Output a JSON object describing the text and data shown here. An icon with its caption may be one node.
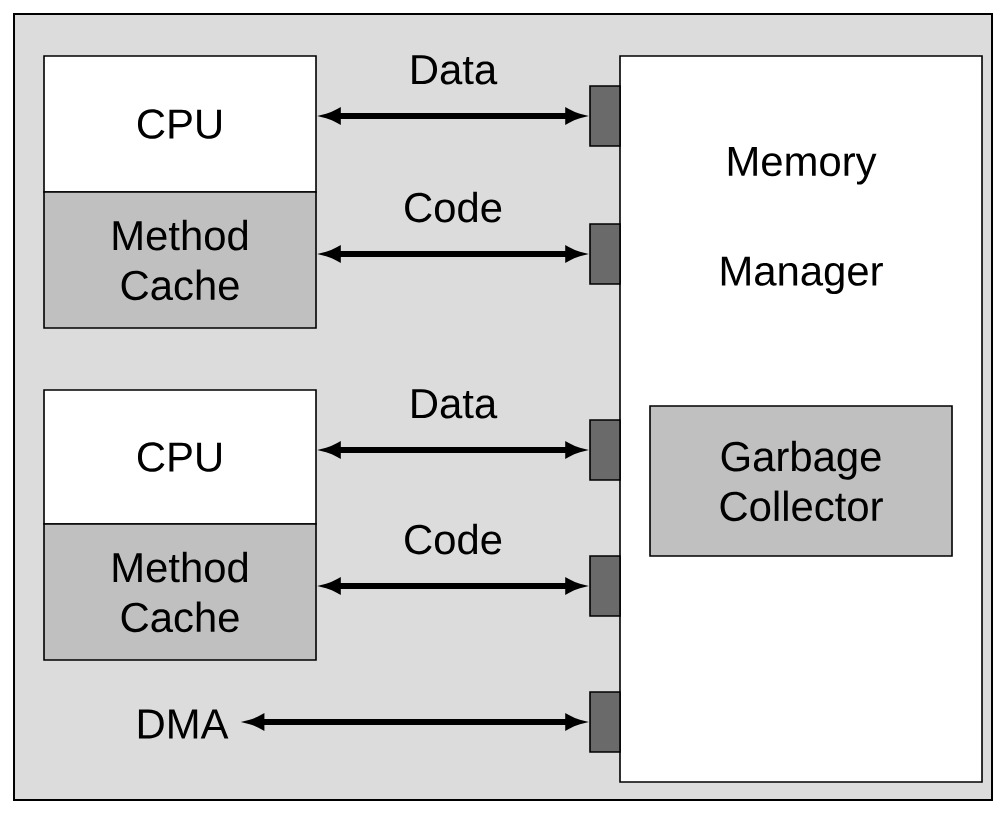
{
  "diagram": {
    "nodes": [
      {
        "text": [
          "CPU"
        ]
      },
      {
        "text": [
          "Method Cache"
        ]
      },
      {
        "text": [
          "Memory Manager"
        ]
      },
      {
        "text": [
          "Garbage Collector"
        ],
        "in": 2
      },
      {
        "text": [
          "CPU"
        ]
      },
      {
        "text": [
          "Method Cache"
        ]
      },
      {
        "text": [
          "DMA"
        ]
      },
      {
        "text": [],
        "shape": "box"
      },
      {
        "text": [],
        "shape": "box"
      },
      {
        "text": [],
        "shape": "box"
      },
      {
        "text": [],
        "shape": "box"
      },
      {
        "text": [],
        "shape": "box"
      }
    ],
    "edges": [
      {
        "from": 0,
        "to": 7,
        "arrow": "both",
        "label": "Data"
      },
      {
        "from": 1,
        "to": 8,
        "arrow": "both",
        "label": "Code"
      },
      {
        "from": 4,
        "to": 9,
        "arrow": "both",
        "label": "Data"
      },
      {
        "from": 5,
        "to": 10,
        "arrow": "both",
        "label": "Code"
      },
      {
        "from": 6,
        "to": 11,
        "arrow": "both"
      }
    ]
  }
}
